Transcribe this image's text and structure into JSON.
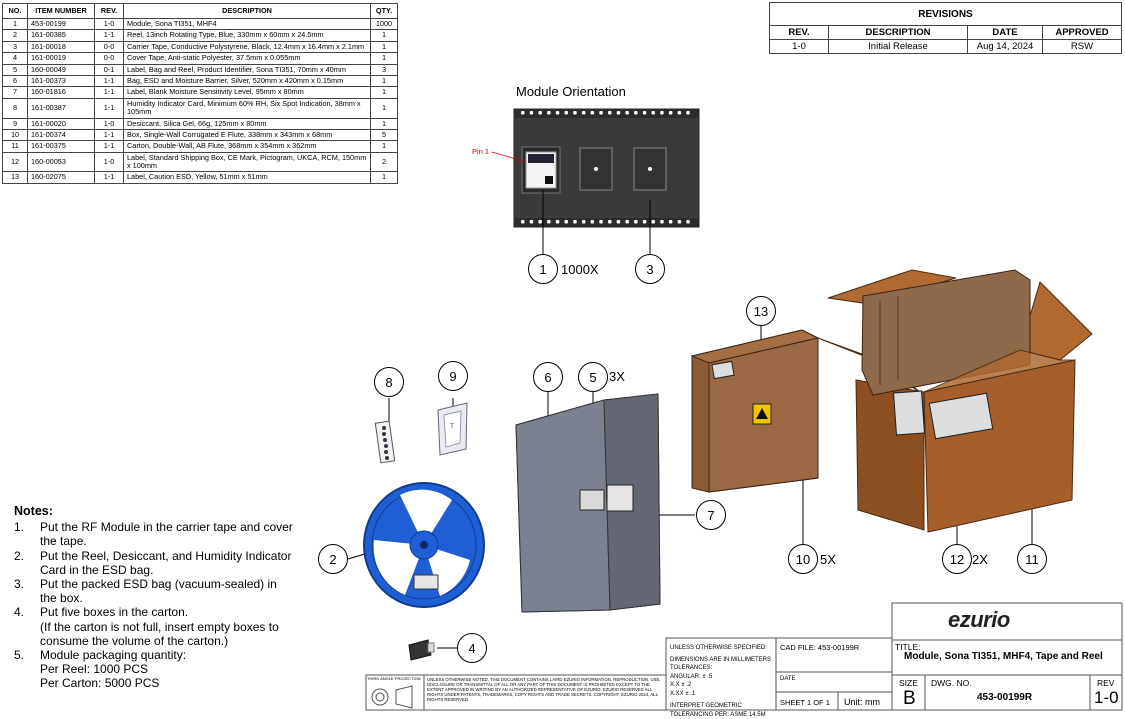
{
  "bom": {
    "headers": [
      "NO.",
      "ITEM NUMBER",
      "REV.",
      "DESCRIPTION",
      "QTY."
    ],
    "rows": [
      {
        "no": "1",
        "item": "453-00199",
        "rev": "1-0",
        "desc": "Module, Sona TI351, MHF4",
        "qty": "1000"
      },
      {
        "no": "2",
        "item": "161-00385",
        "rev": "1-1",
        "desc": "Reel, 13inch Rotating Type, Blue, 330mm x 60mm x 24.5mm",
        "qty": "1"
      },
      {
        "no": "3",
        "item": "161-00018",
        "rev": "0-0",
        "desc": "Carrier Tape, Conductive Polystyrene, Black, 12.4mm x 16.4mm x 2.1mm",
        "qty": "1"
      },
      {
        "no": "4",
        "item": "161-00019",
        "rev": "0-0",
        "desc": "Cover Tape, Anti-static Polyester, 37.5mm x 0.055mm",
        "qty": "1"
      },
      {
        "no": "5",
        "item": "160-00049",
        "rev": "0-1",
        "desc": "Label, Bag and Reel, Product Identifier, Sona TI351, 70mm x 40mm",
        "qty": "3"
      },
      {
        "no": "6",
        "item": "161-00373",
        "rev": "1-1",
        "desc": "Bag, ESD and Moisture Barrier, Silver, 520mm x 420mm x 0.15mm",
        "qty": "1"
      },
      {
        "no": "7",
        "item": "160-01816",
        "rev": "1-1",
        "desc": "Label, Blank Moisture Sensitivity Level, 95mm x 80mm",
        "qty": "1"
      },
      {
        "no": "8",
        "item": "161-00387",
        "rev": "1-1",
        "desc": "Humidity Indicator Card, Minimum 60% RH, Six Spot Indication, 38mm x 105mm",
        "qty": "1"
      },
      {
        "no": "9",
        "item": "161-00020",
        "rev": "1-0",
        "desc": "Desiccant, Silica Gel, 66g, 125mm x 80mm",
        "qty": "1"
      },
      {
        "no": "10",
        "item": "161-00374",
        "rev": "1-1",
        "desc": "Box, Single-Wall Corrugated E Flute, 338mm x 343mm x 68mm",
        "qty": "5"
      },
      {
        "no": "11",
        "item": "161-00375",
        "rev": "1-1",
        "desc": "Carton, Double-Wall, AB Flute, 368mm x 354mm x 362mm",
        "qty": "1"
      },
      {
        "no": "12",
        "item": "160-00053",
        "rev": "1-0",
        "desc": "Label, Standard Shipping Box, CE Mark, Pictogram, UKCA, RCM, 150mm x 100mm",
        "qty": "2"
      },
      {
        "no": "13",
        "item": "160-02075",
        "rev": "1-1",
        "desc": "Label, Caution ESD, Yellow, 51mm x 51mm",
        "qty": "1"
      }
    ]
  },
  "revisions": {
    "title": "REVISIONS",
    "headers": [
      "REV.",
      "DESCRIPTION",
      "DATE",
      "APPROVED"
    ],
    "row": {
      "rev": "1-0",
      "desc": "Initial Release",
      "date": "Aug 14, 2024",
      "approved": "RSW"
    }
  },
  "orientation": {
    "title": "Module Orientation",
    "pin_label": "Pin 1",
    "qty_1000": "1000X"
  },
  "balloons": {
    "b1": "1",
    "b2": "2",
    "b3": "3",
    "b4": "4",
    "b5": "5",
    "b6": "6",
    "b7": "7",
    "b8": "8",
    "b9": "9",
    "b10": "10",
    "b11": "11",
    "b12": "12",
    "b13": "13"
  },
  "qty_marks": {
    "q5": "3X",
    "q10": "5X",
    "q12": "2X"
  },
  "notes": {
    "title": "Notes:",
    "items": [
      {
        "n": "1.",
        "t": "Put the RF Module in the carrier tape and cover the tape."
      },
      {
        "n": "2.",
        "t": "Put the Reel, Desiccant, and Humidity Indicator Card in the ESD bag."
      },
      {
        "n": "3.",
        "t": "Put the packed ESD bag (vacuum-sealed) in the box."
      },
      {
        "n": "4.",
        "t": "Put five boxes in the carton."
      },
      {
        "n": "",
        "t": "(If the carton is not full, insert empty boxes to consume the volume of the carton.)"
      },
      {
        "n": "5.",
        "t": "Module packaging quantity:"
      },
      {
        "n": "",
        "t": "Per Reel: 1000 PCS"
      },
      {
        "n": "",
        "t": "Per Carton: 5000 PCS"
      }
    ]
  },
  "title_block": {
    "logo": "ezurio",
    "title_label": "TITLE:",
    "title": "Module, Sona TI351, MHF4, Tape and Reel",
    "size_label": "SIZE",
    "size": "B",
    "dwg_label": "DWG.  NO.",
    "dwg": "453-00199R",
    "rev_label": "REV",
    "rev": "1-0",
    "cad_file": "CAD FILE: 453-00199R",
    "date_label": "DATE",
    "sheet": "SHEET 1 OF 1",
    "unit": "Unit: mm",
    "unless": "UNLESS OTHERWISE SPECIFIED:",
    "dims": "DIMENSIONS ARE IN MILLIMETERS",
    "tol": "TOLERANCES:",
    "angular": "ANGULAR:   ± .5",
    "xx": "X.X          ± .2",
    "xxx": "X.XX        ± .1",
    "interpret": "INTERPRET GEOMETRIC",
    "tolper": "TOLERANCING PER:  ASME 14.5M",
    "projection": "THIRD ANGLE PROJECTION",
    "legal": "UNLESS OTHERWISE NOTED, THIS DOCUMENT CONTAINS LAIRD EZURIO INFORMATION. REPRODUCTION, USE, DISCLOSURE OR TRANSMITTAL OF ALL OR ANY PART OF THIS DOCUMENT IS PROHIBITED EXCEPT TO THE EXTENT APPROVED IN WRITING BY AN AUTHORIZED REPRESENTATIVE OF EZURIO. EZURIO RESERVES ALL RIGHTS UNDER PATENTS, TRADEMARKS, COPY RIGHTS AND TRADE SECRETS. COPYRIGHT, EZURIO  2024, ALL RIGHTS RESERVED."
  }
}
